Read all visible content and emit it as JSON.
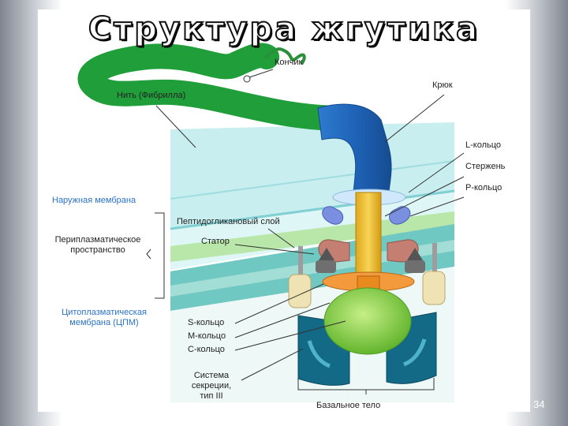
{
  "title": "Структура жгутика",
  "labels": {
    "tip": "Кончик",
    "filament": "Нить (Фибрилла)",
    "hook": "Крюк",
    "l_ring": "L-кольцо",
    "rod": "Стержень",
    "p_ring": "P-кольцо",
    "outer_membrane": "Наружная мембрана",
    "peptidoglycan": "Пептидогликановый слой",
    "periplasm_1": "Периплазматическое",
    "periplasm_2": "пространство",
    "stator": "Статор",
    "cpm_1": "Цитоплазматическая",
    "cpm_2": "мембрана (ЦПМ)",
    "s_ring": "S-кольцо",
    "m_ring": "M-кольцо",
    "c_ring": "C-кольцо",
    "secretion_1": "Система",
    "secretion_2": "секреции,",
    "secretion_3": "тип III",
    "basal_body": "Базальное тело"
  },
  "page_number": "34",
  "colors": {
    "filament": "#1f9e3a",
    "hook": "#1f63b8",
    "membrane": "#bfe9ec",
    "cpm": "#6fc8c2",
    "rod": "#f2c12e",
    "basal_green": "#8fd64a",
    "c_ring": "#136a86",
    "outer_label": "#2a73c8"
  }
}
